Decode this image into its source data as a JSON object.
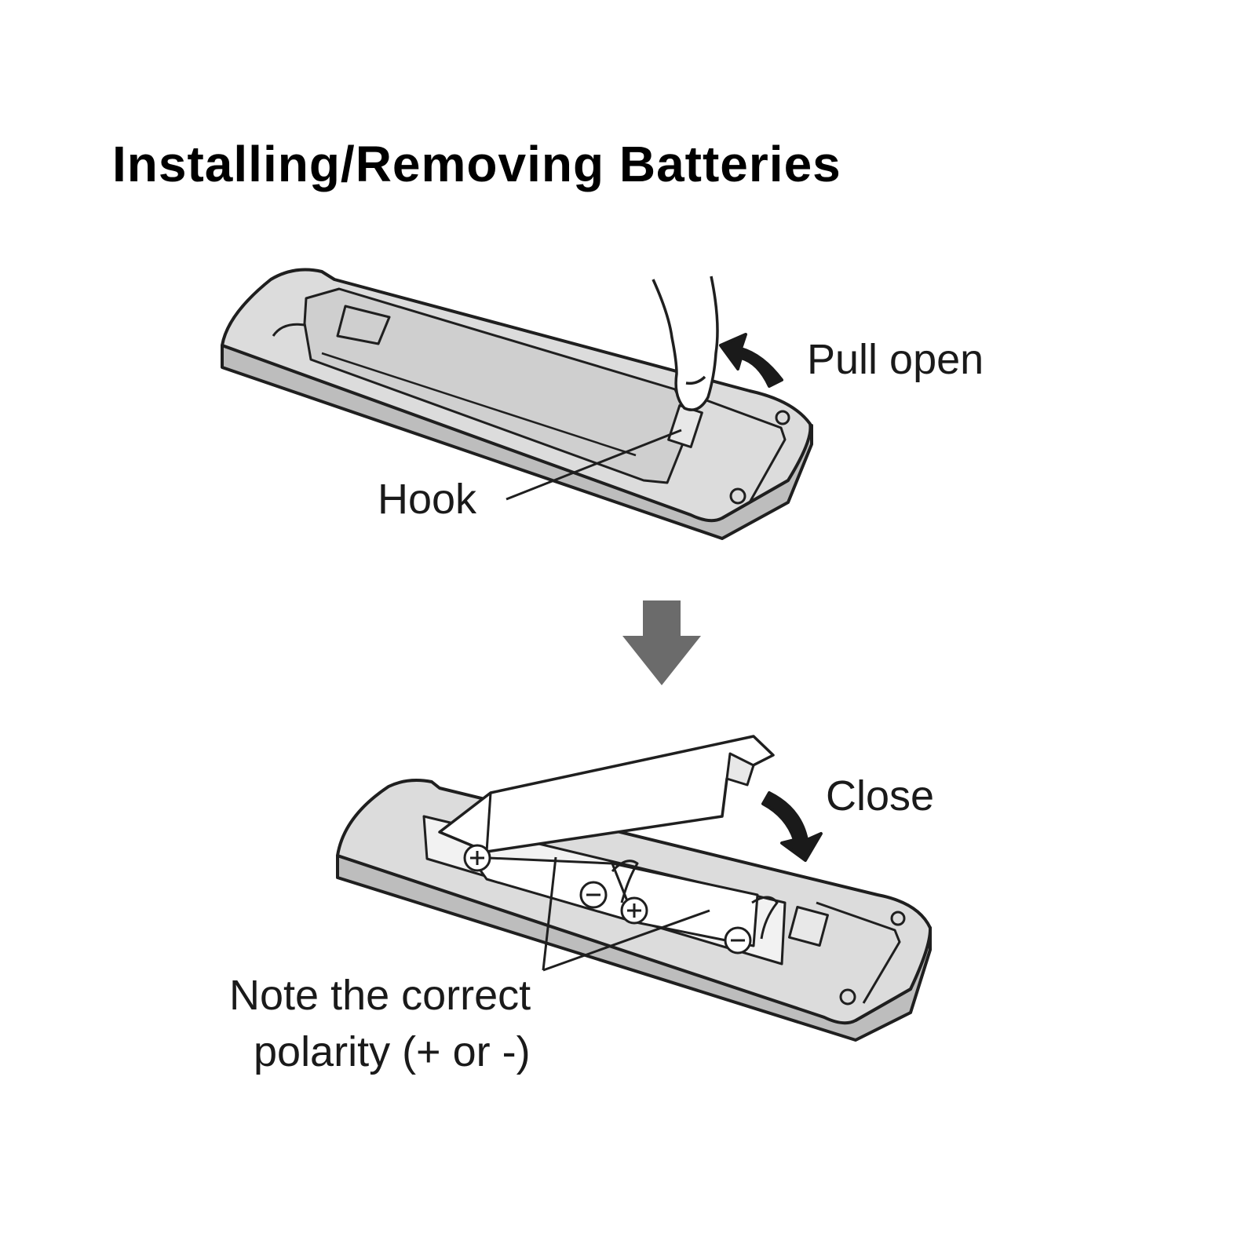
{
  "title": "Installing/Removing Batteries",
  "labels": {
    "pull_open": "Pull open",
    "hook": "Hook",
    "close": "Close",
    "polarity_line1": "Note the correct",
    "polarity_line2": "polarity (+ or -)"
  },
  "icons": {
    "plus": "+",
    "minus": "−"
  },
  "colors": {
    "body_fill": "#dcdcdc",
    "outline": "#1f1f1f",
    "arrow": "#6b6b6b",
    "text": "#1a1a1a"
  }
}
